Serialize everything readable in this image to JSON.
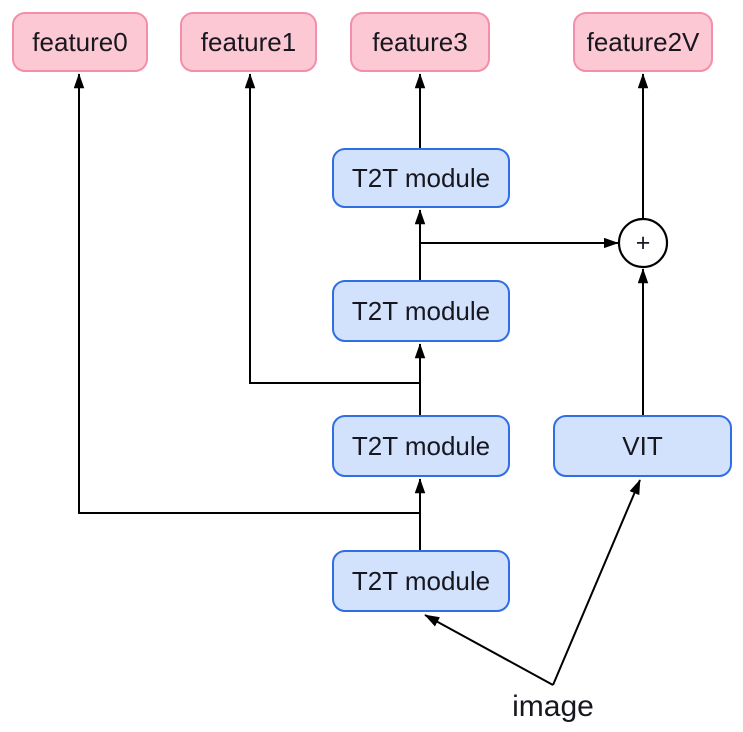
{
  "diagram": {
    "outputs": [
      {
        "label": "feature0"
      },
      {
        "label": "feature1"
      },
      {
        "label": "feature3"
      },
      {
        "label": "feature2V"
      }
    ],
    "t2t_modules": [
      {
        "label": "T2T module"
      },
      {
        "label": "T2T module"
      },
      {
        "label": "T2T module"
      },
      {
        "label": "T2T module"
      }
    ],
    "vit": {
      "label": "VIT"
    },
    "adder": {
      "label": "+"
    },
    "input": {
      "label": "image"
    },
    "colors": {
      "feature_fill": "#fbc8d3",
      "feature_border": "#f48fab",
      "module_fill": "#d2e1fc",
      "module_border": "#2f6fe3",
      "line": "#000000",
      "text": "#17171f",
      "background": "#ffffff"
    }
  }
}
